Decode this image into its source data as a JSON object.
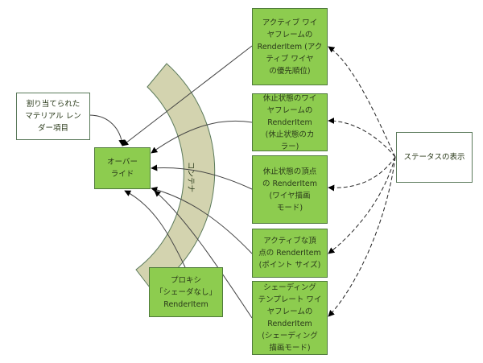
{
  "diagram": {
    "assigned_material": "割り当てられた\nマテリアル レン\nダー項目",
    "override": "オーバー\nライド",
    "container": "コンテナ",
    "proxy": "プロキシ\n「シェーダなし」\nRenderItem",
    "status_display": "ステータスの表示",
    "render_items": [
      {
        "label": "アクティブ ワイ\nヤフレームの\nRenderItem (アク\nティブ ワイヤ\nの優先順位)"
      },
      {
        "label": "休止状態のワイ\nヤフレームの\nRenderItem\n(休止状態のカ\nラー)"
      },
      {
        "label": "休止状態の頂点\nの RenderItem\n(ワイヤ描画\nモード)"
      },
      {
        "label": "アクティブな頂\n点の RenderItem\n(ポイント サイズ)"
      },
      {
        "label": "シェーディング\nテンプレート ワイ\nヤフレームの\nRenderItem\n(シェーディング\n描画モード)"
      }
    ],
    "colors": {
      "node_fill": "#8dcc4f",
      "node_border": "#4f7a3c",
      "container_fill": "#d3d3af",
      "text": "#2a3a1a"
    }
  }
}
